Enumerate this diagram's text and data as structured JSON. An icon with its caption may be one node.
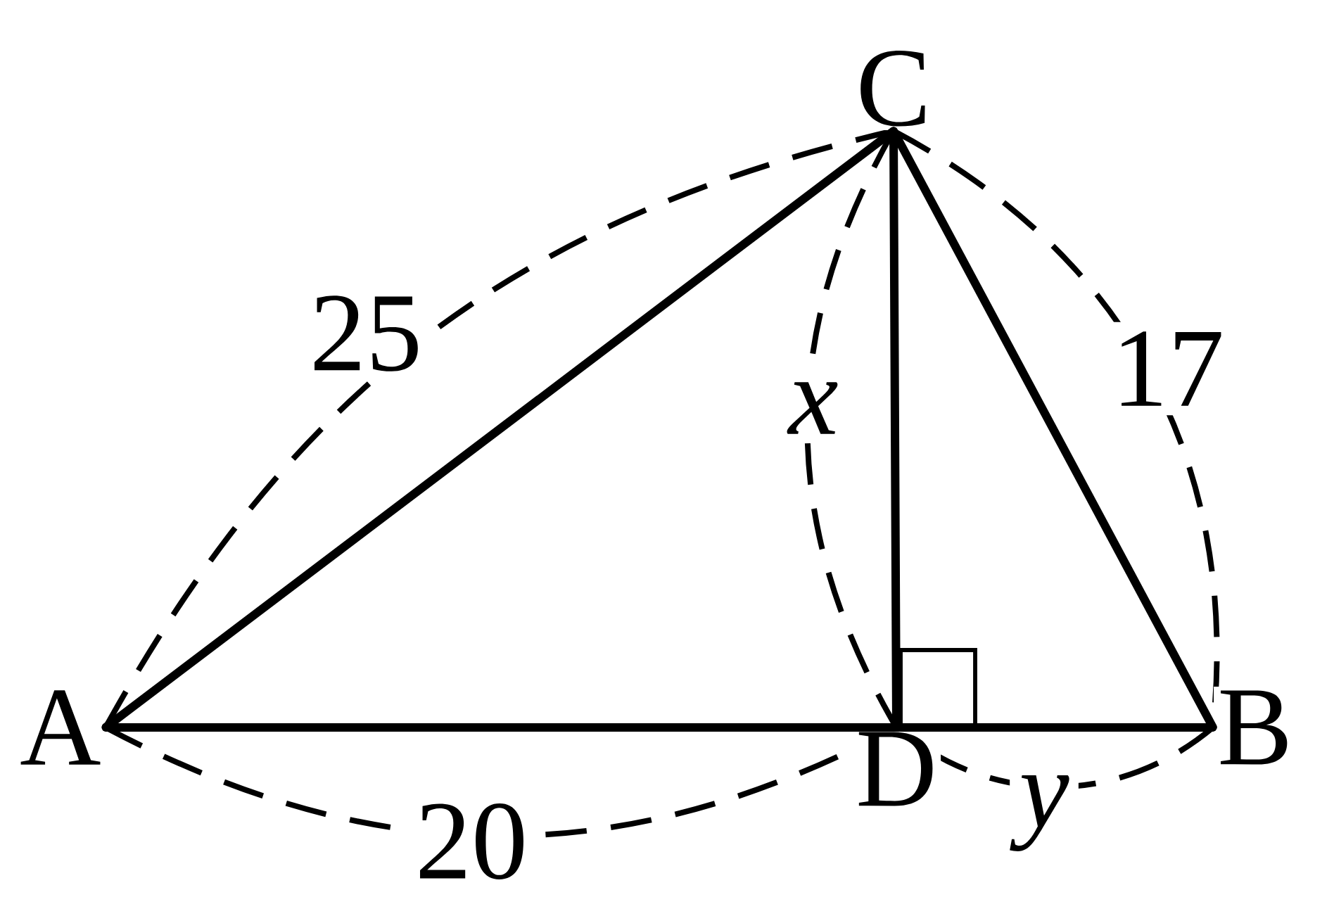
{
  "diagram": {
    "nodes": [
      {
        "text": [
          "A"
        ]
      },
      {
        "text": [
          "B"
        ]
      },
      {
        "text": [
          "C"
        ]
      },
      {
        "text": [
          "D"
        ]
      }
    ],
    "edges": [
      {
        "from": 0,
        "to": 2,
        "arrow": "none"
      },
      {
        "from": 2,
        "to": 1,
        "arrow": "none"
      },
      {
        "from": 0,
        "to": 3,
        "arrow": "none"
      },
      {
        "from": 3,
        "to": 1,
        "arrow": "none"
      },
      {
        "from": 2,
        "to": 3,
        "arrow": "none"
      }
    ],
    "labels": [
      "25",
      "17",
      "x",
      "20",
      "y"
    ]
  }
}
